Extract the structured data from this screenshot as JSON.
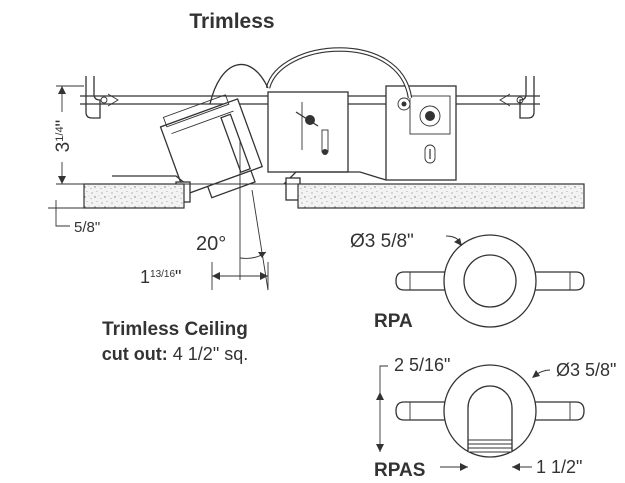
{
  "title": "Trimless",
  "dimensions": {
    "height_whole": "3",
    "height_frac": "1/4",
    "unit": "\"",
    "ceiling_thickness": "5/8\"",
    "tilt_angle": "20°",
    "offset_whole": "1",
    "offset_frac": "13/16",
    "diameter_rpa": "Ø3 5/8\"",
    "rpas_depth": "2 5/16\"",
    "diameter_rpas": "Ø3 5/8\"",
    "rpas_width": "1 1/2\""
  },
  "labels": {
    "rpa": "RPA",
    "rpas": "RPAS",
    "cutout_title": "Trimless Ceiling",
    "cutout_label": "cut out:",
    "cutout_value": "4 1/2\" sq."
  }
}
